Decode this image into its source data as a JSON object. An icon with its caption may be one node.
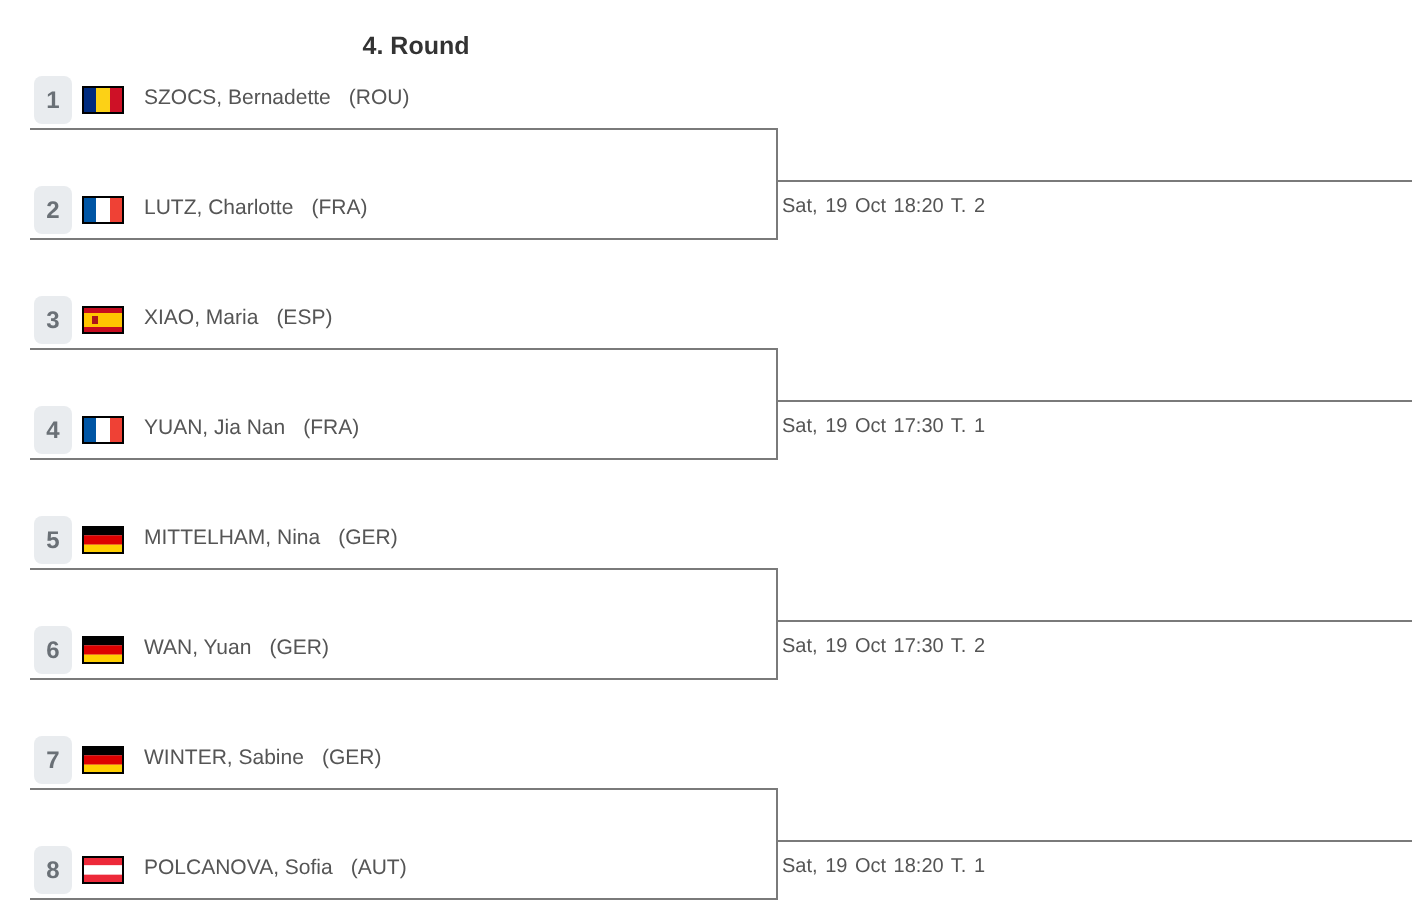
{
  "diagram": {
    "title": "4. Round",
    "nodes": [
      {
        "text": [
          "1",
          "SZOCS, Bernadette",
          "(ROU)"
        ]
      },
      {
        "text": [
          "2",
          "LUTZ, Charlotte",
          "(FRA)"
        ]
      },
      {
        "text": [
          "Sat, 19 Oct 18:20 T. 2"
        ]
      },
      {
        "text": [
          "3",
          "XIAO, Maria",
          "(ESP)"
        ]
      },
      {
        "text": [
          "4",
          "YUAN, Jia Nan",
          "(FRA)"
        ]
      },
      {
        "text": [
          "Sat, 19 Oct 17:30 T. 1"
        ]
      },
      {
        "text": [
          "5",
          "MITTELHAM, Nina",
          "(GER)"
        ]
      },
      {
        "text": [
          "6",
          "WAN, Yuan",
          "(GER)"
        ]
      },
      {
        "text": [
          "Sat, 19 Oct 17:30 T. 2"
        ]
      },
      {
        "text": [
          "7",
          "WINTER, Sabine",
          "(GER)"
        ]
      },
      {
        "text": [
          "8",
          "POLCANOVA, Sofia",
          "(AUT)"
        ]
      },
      {
        "text": [
          "Sat, 19 Oct 18:20 T. 1"
        ]
      }
    ],
    "edges": [
      {
        "from": 0,
        "to": 2,
        "arrow": "none"
      },
      {
        "from": 1,
        "to": 2,
        "arrow": "none"
      },
      {
        "from": 3,
        "to": 5,
        "arrow": "none"
      },
      {
        "from": 4,
        "to": 5,
        "arrow": "none"
      },
      {
        "from": 6,
        "to": 8,
        "arrow": "none"
      },
      {
        "from": 7,
        "to": 8,
        "arrow": "none"
      },
      {
        "from": 9,
        "to": 11,
        "arrow": "none"
      },
      {
        "from": 10,
        "to": 11,
        "arrow": "none"
      }
    ]
  }
}
